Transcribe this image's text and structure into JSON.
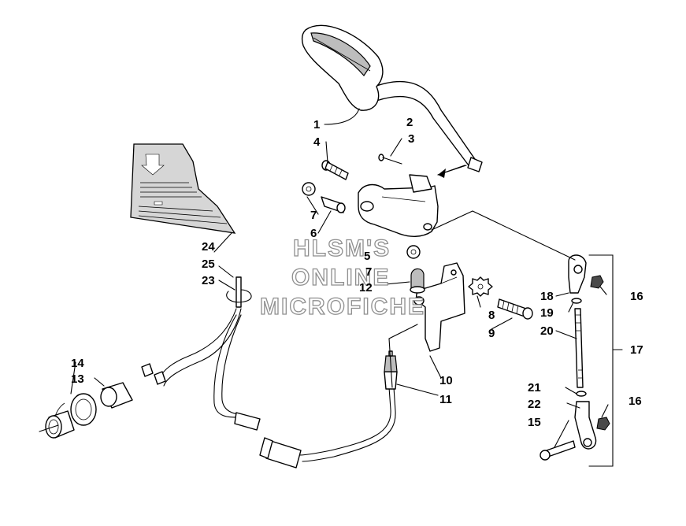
{
  "diagram": {
    "callouts": [
      "1",
      "2",
      "3",
      "4",
      "5",
      "6",
      "7",
      "8",
      "9",
      "10",
      "11",
      "12",
      "13",
      "14",
      "15",
      "16",
      "17",
      "18",
      "19",
      "20",
      "21",
      "22",
      "23",
      "24",
      "25"
    ],
    "watermark": {
      "line1": "HLSM'S",
      "line2": "ONLINE",
      "line3": "MICROFICHE"
    }
  }
}
